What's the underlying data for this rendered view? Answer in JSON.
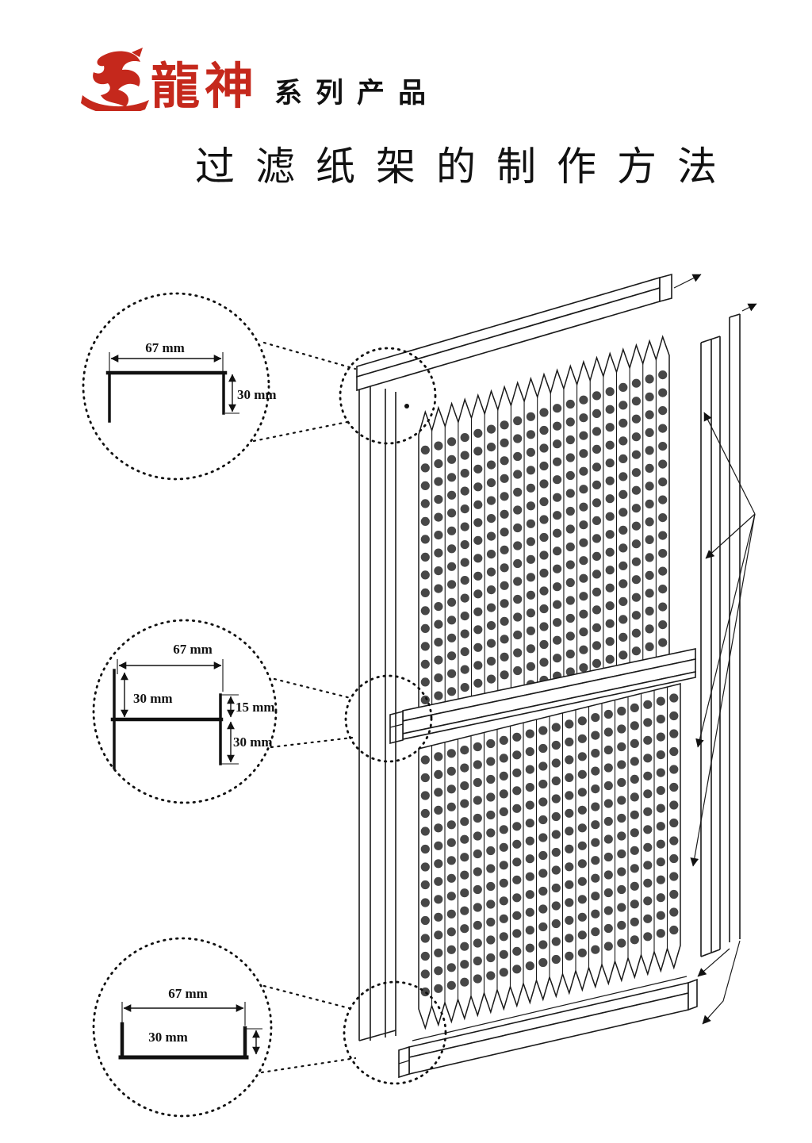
{
  "header": {
    "logo_name": "龍神",
    "series": "系列产品"
  },
  "title": "过滤纸架的制作方法",
  "callouts": {
    "top": {
      "width": "67 mm",
      "height": "30 mm"
    },
    "middle": {
      "width": "67 mm",
      "left_height": "30 mm",
      "right_top": "15 mm",
      "right_bottom": "30 mm"
    },
    "bottom": {
      "width": "67 mm",
      "height": "30 mm"
    }
  },
  "colors": {
    "logo_red": "#c5281c",
    "ink": "#1a1a1a",
    "dot_gray": "#474747"
  }
}
